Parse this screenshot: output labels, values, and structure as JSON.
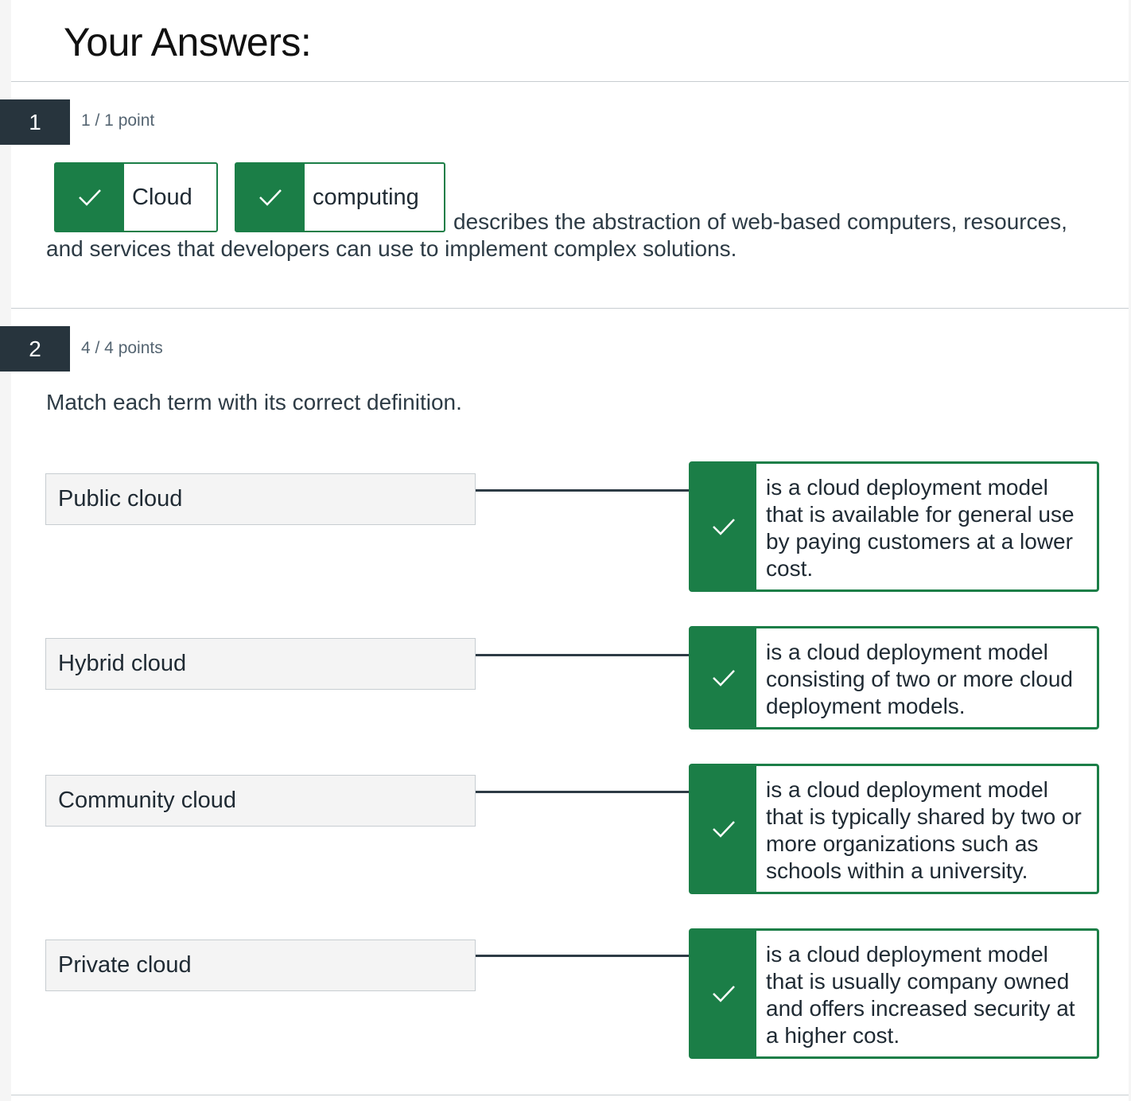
{
  "page": {
    "title": "Your Answers:"
  },
  "question1": {
    "number": "1",
    "points": "1 / 1 point",
    "answers": [
      {
        "text": "Cloud",
        "status_icon": "checkmark-icon"
      },
      {
        "text": "computing",
        "status_icon": "checkmark-icon"
      }
    ],
    "text_line1": "describes the abstraction of web-based computers, resources,",
    "text_line2": "and services that developers can use to implement complex solutions."
  },
  "question2": {
    "number": "2",
    "points": "4 / 4 points",
    "prompt": "Match each term with its correct definition.",
    "pairs": [
      {
        "term": "Public cloud",
        "definition": "is a cloud deployment model that is available for general use by paying customers at a lower cost.",
        "status_icon": "checkmark-icon"
      },
      {
        "term": "Hybrid cloud",
        "definition": "is a cloud deployment model consisting of two or more cloud deployment models.",
        "status_icon": "checkmark-icon"
      },
      {
        "term": "Community cloud",
        "definition": "is a cloud deployment model that is typically shared by two or more organizations such as schools within a university.",
        "status_icon": "checkmark-icon"
      },
      {
        "term": "Private cloud",
        "definition": "is a cloud deployment model that is usually company owned and offers increased security at a higher cost.",
        "status_icon": "checkmark-icon"
      }
    ]
  },
  "colors": {
    "correct": "#1b7e47",
    "question_badge": "#27343d",
    "text": "#2d3b45",
    "muted": "#556572"
  }
}
